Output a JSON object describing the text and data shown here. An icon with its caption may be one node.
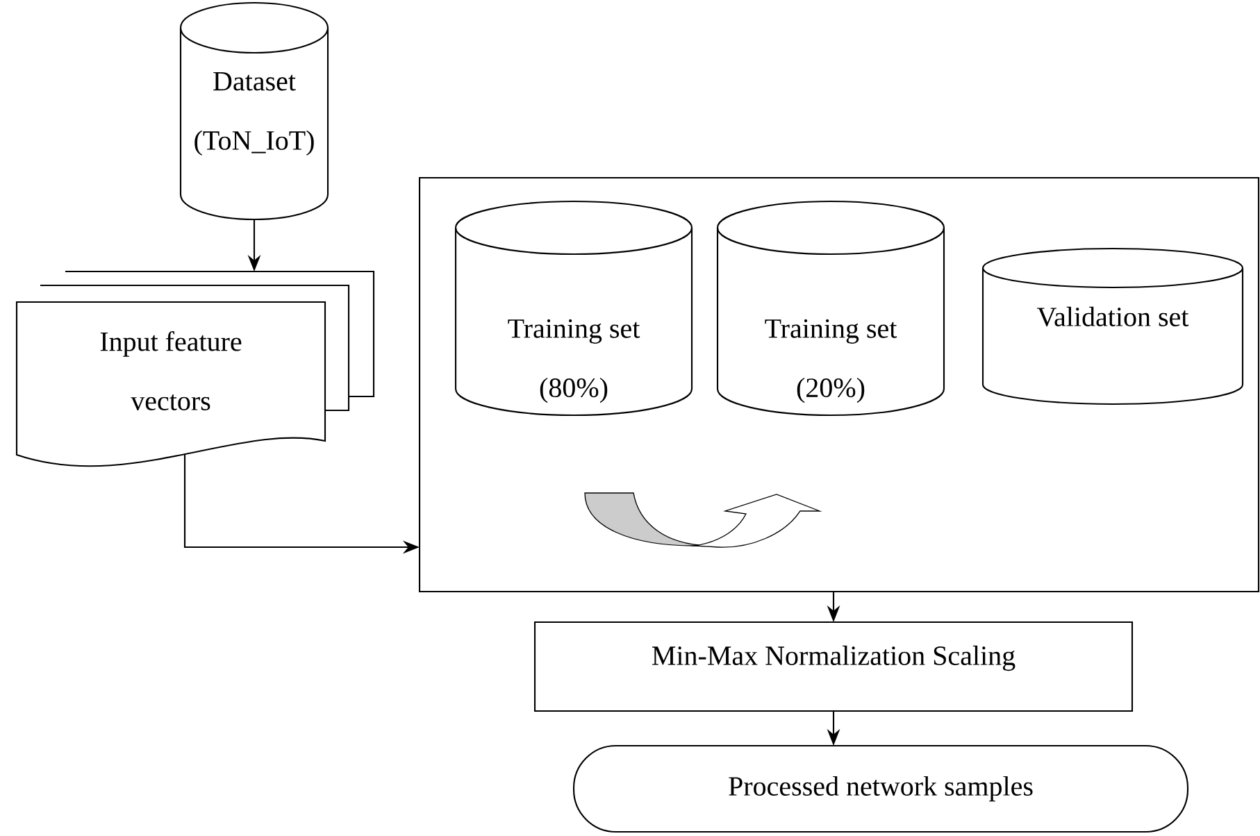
{
  "diagram": {
    "nodes": [
      {
        "text": [
          "Dataset (ToN_IoT)"
        ]
      },
      {
        "text": [
          "Input feature vectors"
        ]
      },
      {
        "text": [],
        "shape": "box"
      },
      {
        "text": [
          "Training set (80%)"
        ],
        "in": 2
      },
      {
        "text": [
          "Training set (20%)"
        ],
        "in": 2
      },
      {
        "text": [
          "Validation set"
        ],
        "in": 2
      },
      {
        "text": [
          "Min-Max Normalization Scaling"
        ]
      },
      {
        "text": [
          "Processed network samples"
        ]
      }
    ],
    "edges": [
      {
        "from": 0,
        "to": 1,
        "arrow": "to"
      },
      {
        "from": 1,
        "to": 2,
        "arrow": "to"
      },
      {
        "from": 2,
        "to": 6,
        "arrow": "to"
      },
      {
        "from": 6,
        "to": 7,
        "arrow": "to"
      }
    ]
  }
}
